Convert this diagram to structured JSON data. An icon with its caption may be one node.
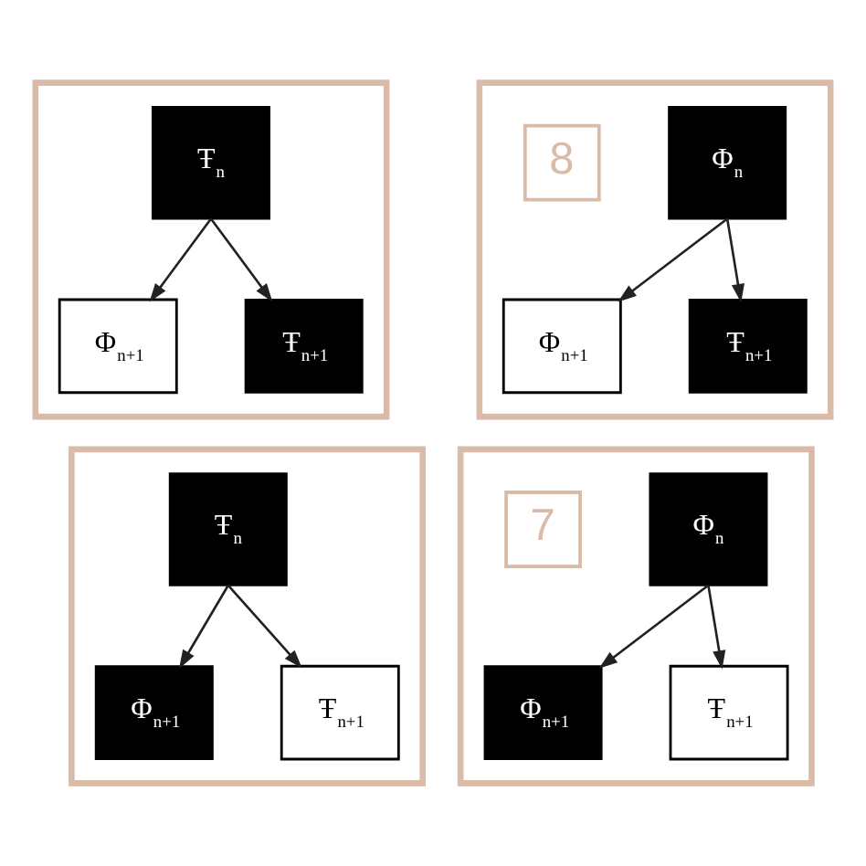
{
  "diagram": {
    "nodes": [
      {
        "text": [],
        "shape": "box"
      },
      {
        "text": [
          "Ŧ$_{n}$"
        ],
        "in": 0
      },
      {
        "text": [
          "Φ$_{n+1}$"
        ],
        "in": 0
      },
      {
        "text": [
          "Ŧ$_{n+1}$"
        ],
        "in": 0
      },
      {
        "text": [],
        "shape": "box"
      },
      {
        "text": [
          "8"
        ],
        "in": 4
      },
      {
        "text": [
          "Φ$_{n}$"
        ],
        "in": 4
      },
      {
        "text": [
          "Φ$_{n+1}$"
        ],
        "in": 4
      },
      {
        "text": [
          "Ŧ$_{n+1}$"
        ],
        "in": 4
      },
      {
        "text": [],
        "shape": "box"
      },
      {
        "text": [
          "Ŧ$_{n}$"
        ],
        "in": 9
      },
      {
        "text": [
          "Φ$_{n+1}$"
        ],
        "in": 9
      },
      {
        "text": [
          "Ŧ$_{n+1}$"
        ],
        "in": 9
      },
      {
        "text": [],
        "shape": "box"
      },
      {
        "text": [
          "7"
        ],
        "in": 13
      },
      {
        "text": [
          "Φ$_{n}$"
        ],
        "in": 13
      },
      {
        "text": [
          "Φ$_{n+1}$"
        ],
        "in": 13
      },
      {
        "text": [
          "Ŧ$_{n+1}$"
        ],
        "in": 13
      }
    ],
    "edges": [
      {
        "from": 1,
        "to": 2,
        "arrow": "to"
      },
      {
        "from": 1,
        "to": 3,
        "arrow": "to"
      },
      {
        "from": 6,
        "to": 7,
        "arrow": "to"
      },
      {
        "from": 6,
        "to": 8,
        "arrow": "to"
      },
      {
        "from": 10,
        "to": 11,
        "arrow": "to"
      },
      {
        "from": 10,
        "to": 12,
        "arrow": "to"
      },
      {
        "from": 15,
        "to": 16,
        "arrow": "to"
      },
      {
        "from": 15,
        "to": 17,
        "arrow": "to"
      }
    ]
  }
}
